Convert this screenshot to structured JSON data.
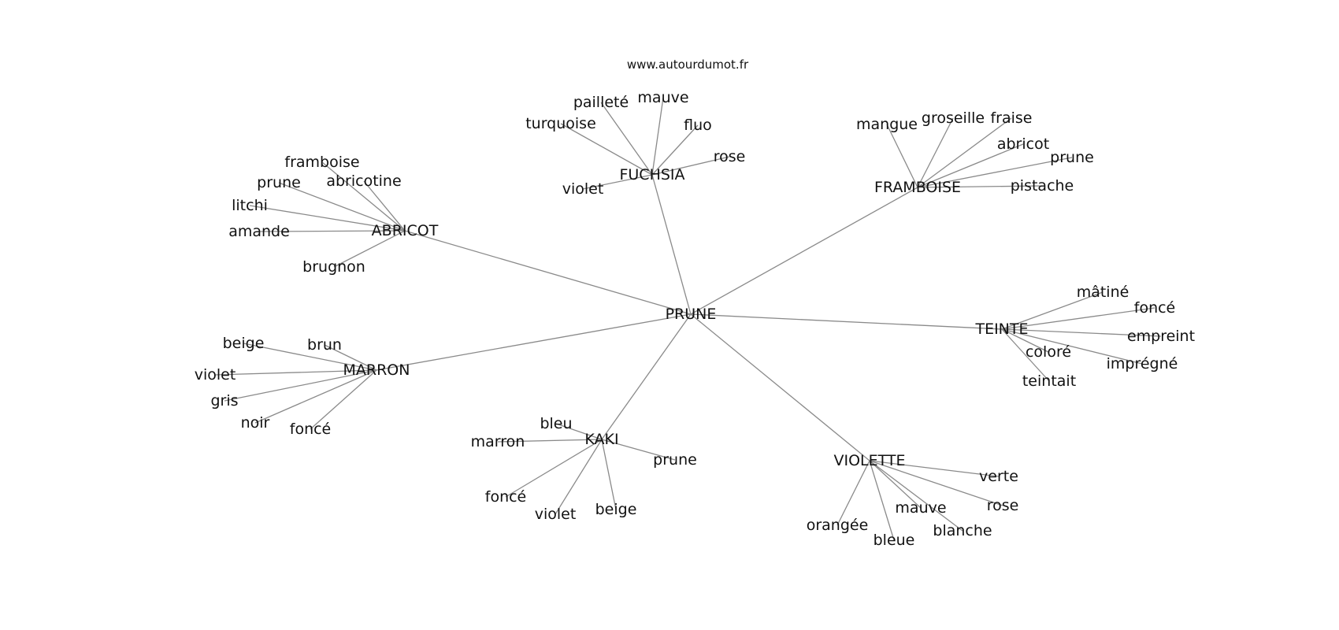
{
  "site": "www.autourdumot.fr",
  "center": "PRUNE",
  "clusters": [
    {
      "hub": "FUCHSIA",
      "leaves": [
        "pailleté",
        "mauve",
        "turquoise",
        "fluo",
        "rose",
        "violet"
      ]
    },
    {
      "hub": "FRAMBOISE",
      "leaves": [
        "mangue",
        "groseille",
        "fraise",
        "abricot",
        "prune",
        "pistache"
      ]
    },
    {
      "hub": "ABRICOT",
      "leaves": [
        "framboise",
        "prune",
        "abricotine",
        "litchi",
        "amande",
        "brugnon"
      ]
    },
    {
      "hub": "TEINTE",
      "leaves": [
        "mâtiné",
        "foncé",
        "empreint",
        "coloré",
        "imprégné",
        "teintait"
      ]
    },
    {
      "hub": "MARRON",
      "leaves": [
        "beige",
        "brun",
        "violet",
        "gris",
        "noir",
        "foncé"
      ]
    },
    {
      "hub": "KAKI",
      "leaves": [
        "bleu",
        "marron",
        "prune",
        "foncé",
        "violet",
        "beige"
      ]
    },
    {
      "hub": "VIOLETTE",
      "leaves": [
        "verte",
        "rose",
        "mauve",
        "blanche",
        "orangée",
        "bleue"
      ]
    }
  ]
}
